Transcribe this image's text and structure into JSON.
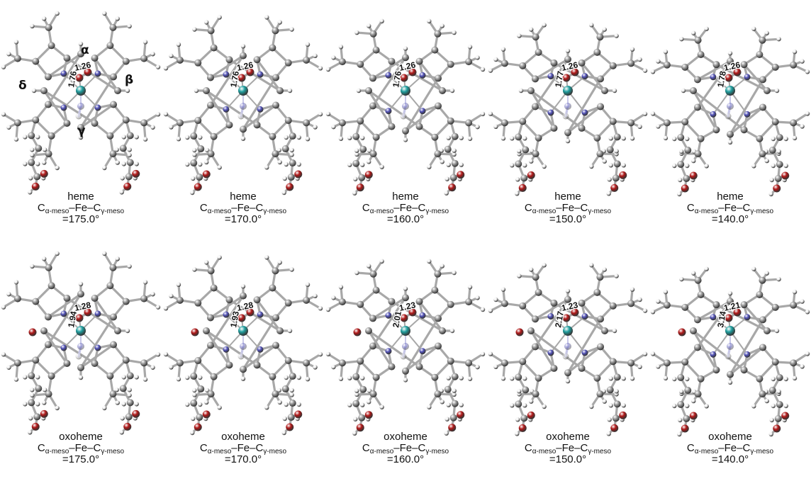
{
  "figure": {
    "greek_labels": [
      "α",
      "β",
      "γ",
      "δ"
    ],
    "panels": [
      {
        "row": 0,
        "col": 0,
        "name": "heme",
        "caption_prefix": "C",
        "sub1": "α-meso",
        "caption_mid": "–Fe–C",
        "sub2": "γ-meso",
        "angle": "=175.0°",
        "fe_o": "1.76",
        "o_o": "1.26",
        "tilt": 0
      },
      {
        "row": 0,
        "col": 1,
        "name": "heme",
        "caption_prefix": "C",
        "sub1": "α-meso",
        "caption_mid": "–Fe–C",
        "sub2": "γ-meso",
        "angle": "=170.0°",
        "fe_o": "1.76",
        "o_o": "1.26",
        "tilt": 1
      },
      {
        "row": 0,
        "col": 2,
        "name": "heme",
        "caption_prefix": "C",
        "sub1": "α-meso",
        "caption_mid": "–Fe–C",
        "sub2": "γ-meso",
        "angle": "=160.0°",
        "fe_o": "1.76",
        "o_o": "1.26",
        "tilt": 2
      },
      {
        "row": 0,
        "col": 3,
        "name": "heme",
        "caption_prefix": "C",
        "sub1": "α-meso",
        "caption_mid": "–Fe–C",
        "sub2": "γ-meso",
        "angle": "=150.0°",
        "fe_o": "1.77",
        "o_o": "1.26",
        "tilt": 3
      },
      {
        "row": 0,
        "col": 4,
        "name": "heme",
        "caption_prefix": "C",
        "sub1": "α-meso",
        "caption_mid": "–Fe–C",
        "sub2": "γ-meso",
        "angle": "=140.0°",
        "fe_o": "1.78",
        "o_o": "1.26",
        "tilt": 4
      },
      {
        "row": 1,
        "col": 0,
        "name": "oxoheme",
        "caption_prefix": "C",
        "sub1": "α-meso",
        "caption_mid": "–Fe–C",
        "sub2": "γ-meso",
        "angle": "=175.0°",
        "fe_o": "1.94",
        "o_o": "1.28",
        "tilt": 0
      },
      {
        "row": 1,
        "col": 1,
        "name": "oxoheme",
        "caption_prefix": "C",
        "sub1": "α-meso",
        "caption_mid": "–Fe–C",
        "sub2": "γ-meso",
        "angle": "=170.0°",
        "fe_o": "1.93",
        "o_o": "1.28",
        "tilt": 1
      },
      {
        "row": 1,
        "col": 2,
        "name": "oxoheme",
        "caption_prefix": "C",
        "sub1": "α-meso",
        "caption_mid": "–Fe–C",
        "sub2": "γ-meso",
        "angle": "=160.0°",
        "fe_o": "2.01",
        "o_o": "1.23",
        "tilt": 2
      },
      {
        "row": 1,
        "col": 3,
        "name": "oxoheme",
        "caption_prefix": "C",
        "sub1": "α-meso",
        "caption_mid": "–Fe–C",
        "sub2": "γ-meso",
        "angle": "=150.0°",
        "fe_o": "2.17",
        "o_o": "1.23",
        "tilt": 3
      },
      {
        "row": 1,
        "col": 4,
        "name": "oxoheme",
        "caption_prefix": "C",
        "sub1": "α-meso",
        "caption_mid": "–Fe–C",
        "sub2": "γ-meso",
        "angle": "=140.0°",
        "fe_o": "3.14",
        "o_o": "1.21",
        "tilt": 4
      }
    ],
    "colors": {
      "carbon": "#9a9a9a",
      "carbon_light": "#d8d8d8",
      "hydrogen": "#f2f2f2",
      "nitrogen": "#5252b8",
      "oxygen": "#b01818",
      "iron": "#1f9e9e",
      "bond": "#a8a8a8"
    }
  }
}
